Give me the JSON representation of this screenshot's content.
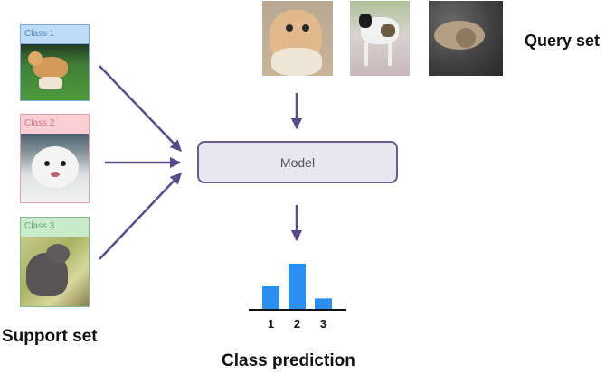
{
  "support_set": {
    "title": "Support set",
    "classes": [
      {
        "label": "Class 1",
        "image": "shiba-inu-dog"
      },
      {
        "label": "Class 2",
        "image": "white-kitten"
      },
      {
        "label": "Class 3",
        "image": "seal-pup"
      }
    ]
  },
  "query_set": {
    "title": "Query set",
    "images": [
      "calico-cat",
      "akita-dog",
      "sleeping-puppy-on-rocks"
    ]
  },
  "model": {
    "label": "Model"
  },
  "prediction": {
    "title": "Class prediction"
  },
  "colors": {
    "arrow": "#5b4a8b",
    "bar": "#2a8ff0"
  },
  "chart_data": {
    "type": "bar",
    "title": "Class prediction",
    "categories": [
      "1",
      "2",
      "3"
    ],
    "values": [
      0.3,
      0.6,
      0.14
    ],
    "ylim": [
      0,
      0.7
    ]
  }
}
